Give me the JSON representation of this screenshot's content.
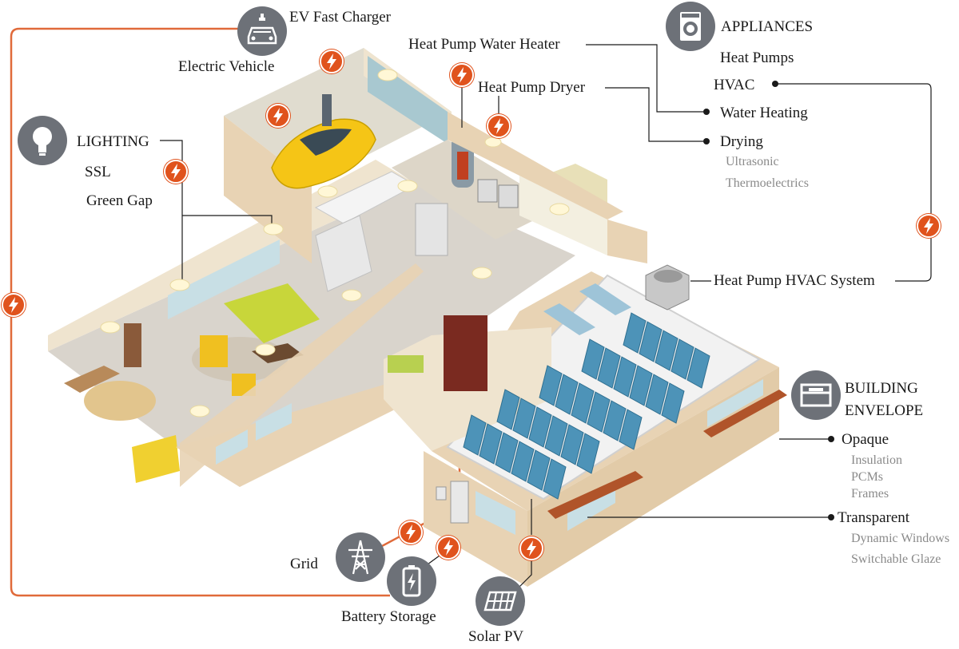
{
  "colors": {
    "bolt": "#e0531d",
    "circuit_line": "#e06a3a",
    "icon_circle": "#6d7178",
    "leader_line": "#1a1a1a",
    "sub_text": "#8a8a8a",
    "wall": "#e8d3b4",
    "roof": "#f0f0f0",
    "solar_panel": "#4d93b8",
    "car": "#f5c516",
    "sofa": "#c8d63a"
  },
  "labels": {
    "ev_fast_charger": "EV Fast Charger",
    "electric_vehicle": "Electric Vehicle",
    "heat_pump_water_heater": "Heat Pump Water Heater",
    "heat_pump_dryer": "Heat Pump Dryer",
    "heat_pump_hvac_system": "Heat Pump HVAC System",
    "grid": "Grid",
    "battery_storage": "Battery Storage",
    "solar_pv": "Solar PV"
  },
  "appliances": {
    "title": "APPLIANCES",
    "items": [
      "Heat Pumps",
      "HVAC",
      "Water Heating",
      "Drying"
    ],
    "drying_subitems": [
      "Ultrasonic",
      "Thermoelectrics"
    ]
  },
  "lighting": {
    "title": "LIGHTING",
    "items": [
      "SSL",
      "Green Gap"
    ]
  },
  "building_envelope": {
    "title_line1": "BUILDING",
    "title_line2": "ENVELOPE",
    "opaque": {
      "label": "Opaque",
      "subitems": [
        "Insulation",
        "PCMs",
        "Frames"
      ]
    },
    "transparent": {
      "label": "Transparent",
      "subitems": [
        "Dynamic Windows",
        "Switchable Glaze"
      ]
    }
  },
  "icons": {
    "appliances": "washing-machine-icon",
    "lighting": "light-bulb-icon",
    "ev_charger": "electric-car-icon",
    "building_envelope": "window-frame-icon",
    "grid": "power-tower-icon",
    "battery": "battery-icon",
    "solar": "solar-panel-icon",
    "bolt": "lightning-bolt-icon"
  }
}
